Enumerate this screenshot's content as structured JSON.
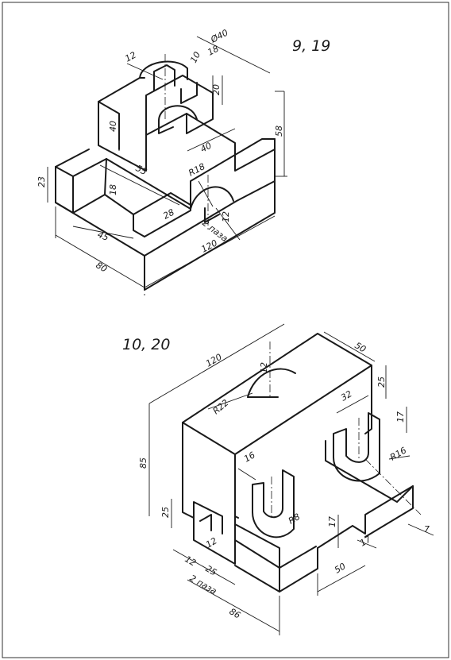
{
  "drawing_1": {
    "variant_label": "9, 19",
    "dims": {
      "d_diameter": "Ø40",
      "d_12_top": "12",
      "d_10": "10",
      "d_18_top": "18",
      "d_20": "20",
      "d_40_v": "40",
      "d_58": "58",
      "d_40_h": "40",
      "d_55": "55",
      "d_23": "23",
      "d_18_left": "18",
      "d_r18": "R18",
      "d_28": "28",
      "d_12_slot": "12",
      "d_slots": "2 паза",
      "d_45": "45",
      "d_120": "120",
      "d_80": "80"
    }
  },
  "drawing_2": {
    "variant_label": "10, 20",
    "dims": {
      "d_120": "120",
      "d_50_top": "50",
      "d_12_top": "12",
      "d_25_right": "25",
      "d_r22": "R22",
      "d_32": "32",
      "d_17_right": "17",
      "d_85": "85",
      "d_16": "16",
      "d_r16": "R16",
      "d_25_left": "25",
      "d_r8": "R8",
      "d_17_mid": "17",
      "d_7": "7",
      "d_12_a": "12",
      "d_12_b": "12",
      "d_25_bottom": "25",
      "d_slots": "2 паза",
      "d_17_low": "17",
      "d_50_bottom": "50",
      "d_86": "86"
    }
  }
}
